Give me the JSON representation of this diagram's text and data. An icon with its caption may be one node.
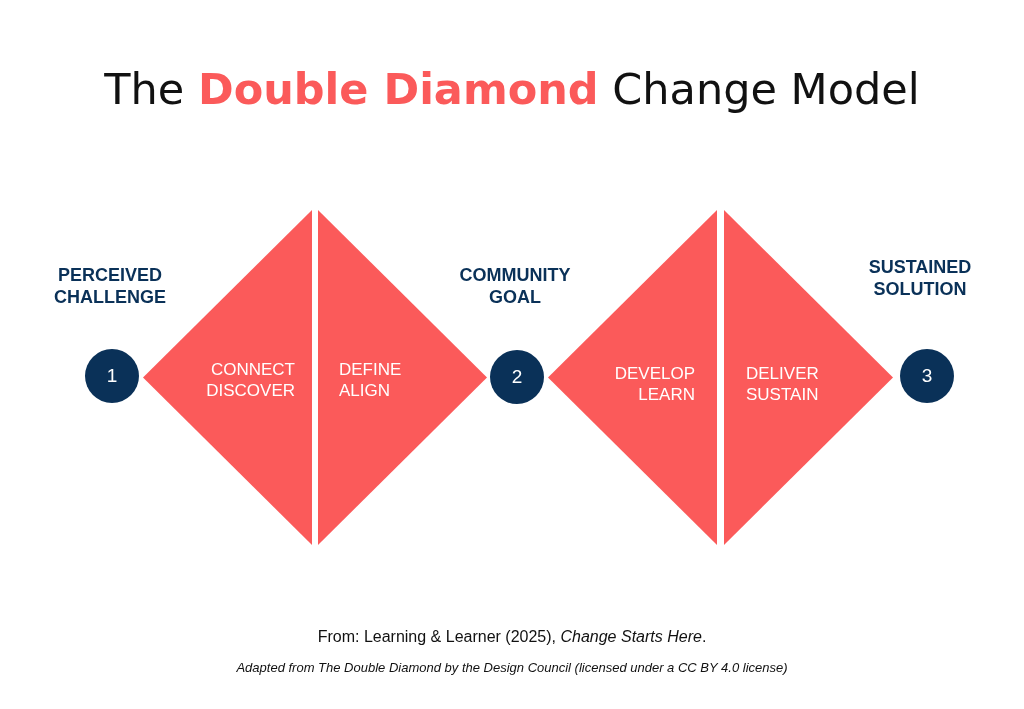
{
  "diagram": {
    "title": "The **Double Diamond** Change Model",
    "caption": "From: Learning & Learner (2025), *Change Starts Here*.",
    "nodes": [
      {
        "text": [
          "1"
        ]
      },
      {
        "text": [
          "CONNECT DISCOVER"
        ]
      },
      {
        "text": [
          "DEFINE ALIGN"
        ]
      },
      {
        "text": [
          "2"
        ]
      },
      {
        "text": [
          "DEVELOP LEARN"
        ]
      },
      {
        "text": [
          "DELIVER SUSTAIN"
        ]
      },
      {
        "text": [
          "3"
        ]
      }
    ],
    "labels": [
      "PERCEIVED CHALLENGE",
      "COMMUNITY GOAL",
      "SUSTAINED SOLUTION",
      "Adapted from The Double Diamond by the Design Council (licensed under a CC BY 4.0 license)"
    ]
  }
}
